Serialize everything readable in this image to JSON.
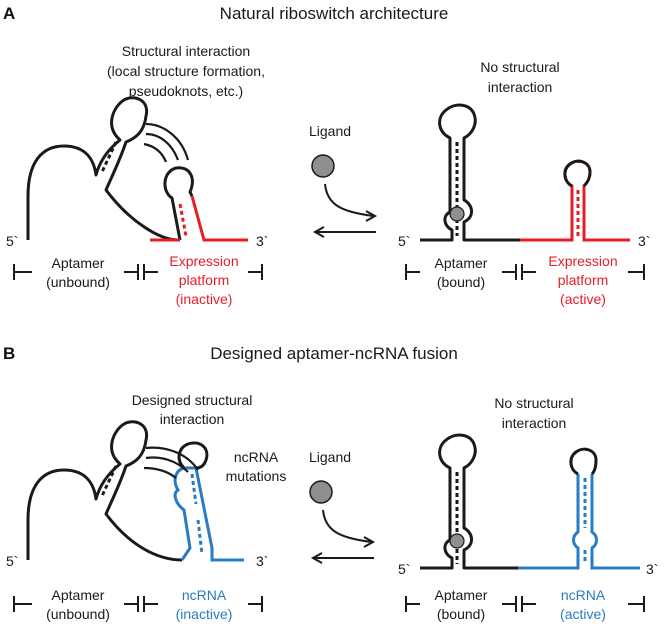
{
  "panel_a": {
    "letter": "A",
    "title": "Natural riboswitch architecture",
    "interaction_note": [
      "Structural interaction",
      "(local structure formation,",
      "pseudoknots, etc.)"
    ],
    "no_interaction_note": [
      "No structural",
      "interaction"
    ],
    "ligand_label": "Ligand",
    "left": {
      "five_prime": "5`",
      "three_prime": "3`",
      "aptamer_label": [
        "Aptamer",
        "(unbound)"
      ],
      "platform_label": [
        "Expression",
        "platform",
        "(inactive)"
      ]
    },
    "right": {
      "five_prime": "5`",
      "three_prime": "3`",
      "aptamer_label": [
        "Aptamer",
        "(bound)"
      ],
      "platform_label": [
        "Expression",
        "platform",
        "(active)"
      ]
    }
  },
  "panel_b": {
    "letter": "B",
    "title": "Designed aptamer-ncRNA fusion",
    "interaction_note": [
      "Designed structural",
      "interaction"
    ],
    "mutations_note": [
      "ncRNA",
      "mutations"
    ],
    "no_interaction_note": [
      "No structural",
      "interaction"
    ],
    "ligand_label": "Ligand",
    "left": {
      "five_prime": "5`",
      "three_prime": "3`",
      "aptamer_label": [
        "Aptamer",
        "(unbound)"
      ],
      "platform_label": [
        "ncRNA",
        "(inactive)"
      ]
    },
    "right": {
      "five_prime": "5`",
      "three_prime": "3`",
      "aptamer_label": [
        "Aptamer",
        "(bound)"
      ],
      "platform_label": [
        "ncRNA",
        "(active)"
      ]
    }
  },
  "colors": {
    "expression_platform": "#e41e26",
    "ncrna": "#2a7bbf",
    "ligand": "#8f8f8f",
    "strand": "#1a1a1a"
  }
}
